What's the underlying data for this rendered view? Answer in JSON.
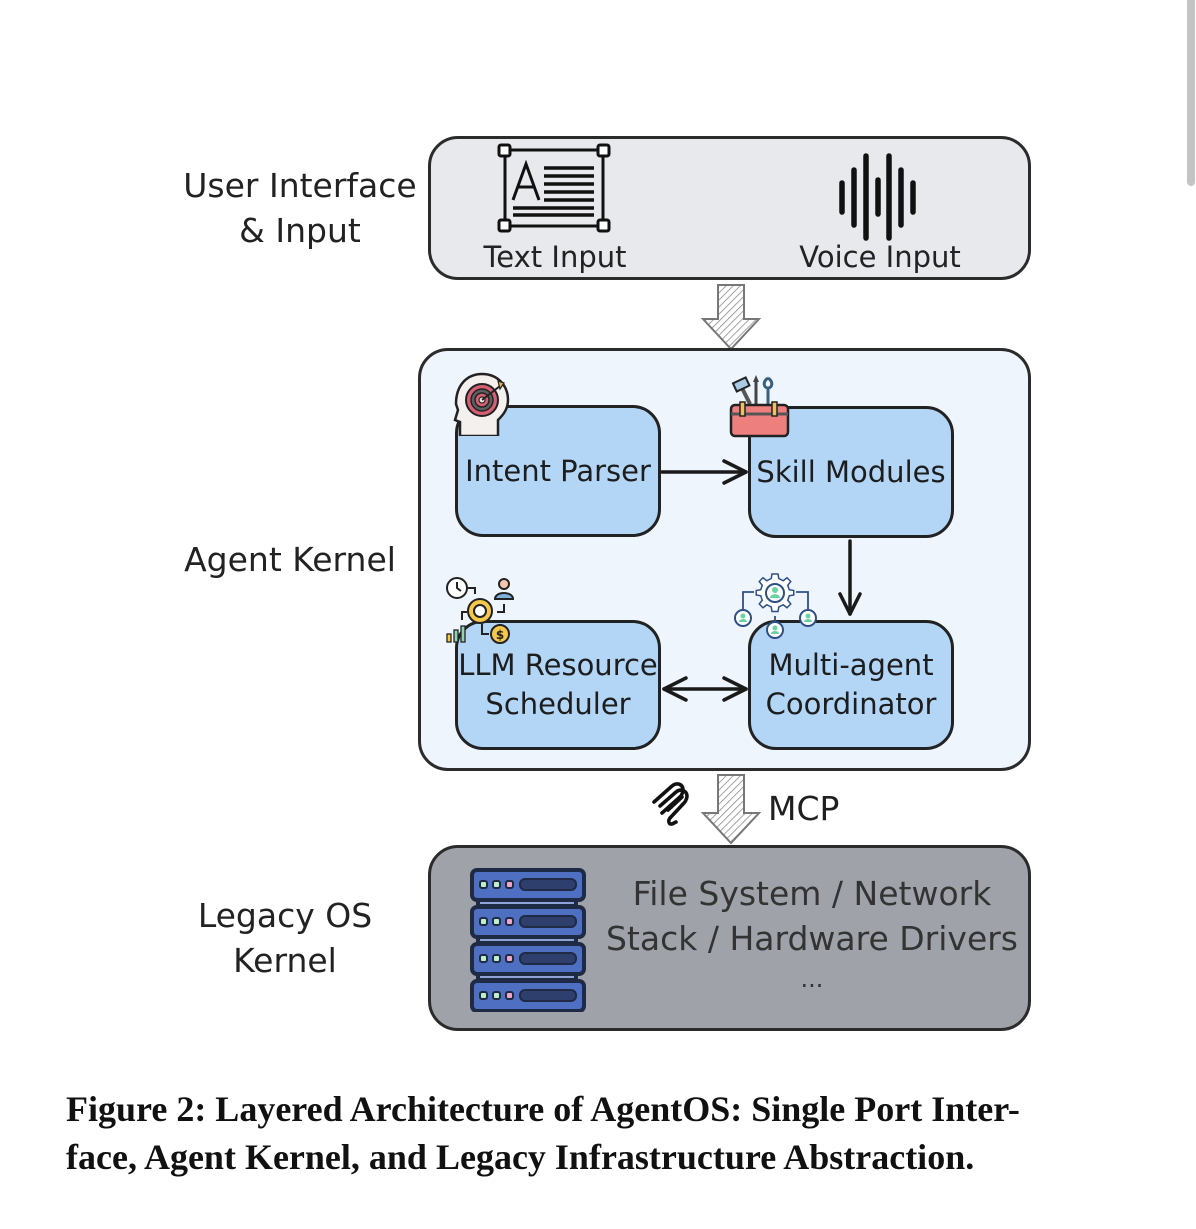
{
  "layers": {
    "ui": {
      "label_line1": "User Interface",
      "label_line2": "& Input",
      "items": [
        {
          "label": "Text Input",
          "icon": "text-document-icon"
        },
        {
          "label": "Voice Input",
          "icon": "sound-wave-icon"
        }
      ],
      "fill": "#e8e9ed"
    },
    "kernel": {
      "label": "Agent Kernel",
      "fill": "#eef5fd",
      "modules": [
        {
          "line1": "Intent Parser",
          "line2": "",
          "icon": "head-target-icon"
        },
        {
          "line1": "Skill Modules",
          "line2": "",
          "icon": "toolbox-icon"
        },
        {
          "line1": "LLM Resource",
          "line2": "Scheduler",
          "icon": "resource-scheduler-icon"
        },
        {
          "line1": "Multi-agent",
          "line2": "Coordinator",
          "icon": "agent-network-icon"
        }
      ],
      "module_fill": "#b3d6f7"
    },
    "legacy": {
      "label_line1": "Legacy OS",
      "label_line2": "Kernel",
      "fill": "#9fa3a9",
      "text_line1": "File System / Network",
      "text_line2": "Stack / Hardware Drivers",
      "text_line3": "...",
      "icon": "server-rack-icon"
    }
  },
  "connectors": {
    "mcp_label": "MCP",
    "mcp_icon": "mcp-logo-icon"
  },
  "caption": {
    "line1": "Figure 2: Layered Architecture of AgentOS: Single Port Inter-",
    "line2": "face, Agent Kernel, and Legacy Infrastructure Abstraction."
  }
}
